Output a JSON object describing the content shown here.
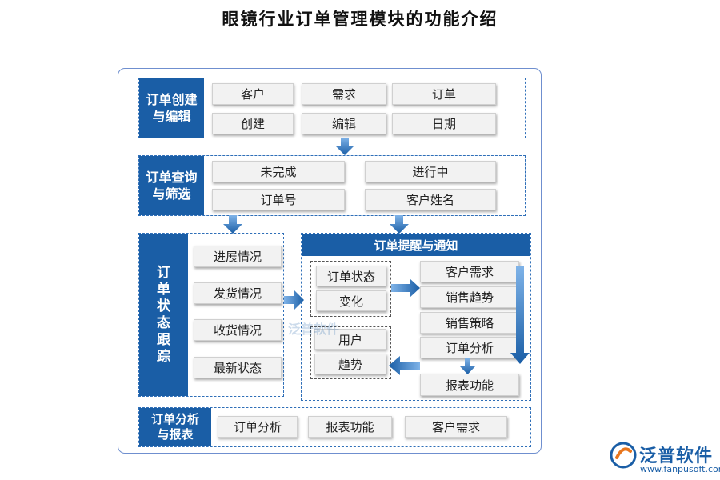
{
  "title": "眼镜行业订单管理模块的功能介绍",
  "sec1": {
    "header": [
      "订单创建",
      "与编辑"
    ],
    "items": [
      "客户",
      "需求",
      "订单",
      "创建",
      "编辑",
      "日期"
    ]
  },
  "sec2": {
    "header": [
      "订单查询",
      "与筛选"
    ],
    "items": [
      "未完成",
      "进行中",
      "订单号",
      "客户姓名"
    ]
  },
  "sec3": {
    "header": [
      "订",
      "单",
      "状",
      "态",
      "跟",
      "踪"
    ],
    "items": [
      "进展情况",
      "发货情况",
      "收货情况",
      "最新状态"
    ]
  },
  "sec4": {
    "header": "订单提醒与通知",
    "group1": [
      "订单状态",
      "变化"
    ],
    "group2": [
      "用户",
      "趋势"
    ],
    "right": [
      "客户需求",
      "销售趋势",
      "销售策略",
      "订单分析"
    ],
    "bottom": "报表功能"
  },
  "sec5": {
    "header": [
      "订单分析",
      "与报表"
    ],
    "items": [
      "订单分析",
      "报表功能",
      "客户需求"
    ]
  },
  "watermark": "泛普软件",
  "logo": {
    "name": "泛普软件",
    "url": "www.fanpusoft.com"
  },
  "colors": {
    "primary": "#1a5ea6",
    "arrow": "#2a78c8",
    "frame": "#6f8fcf"
  }
}
